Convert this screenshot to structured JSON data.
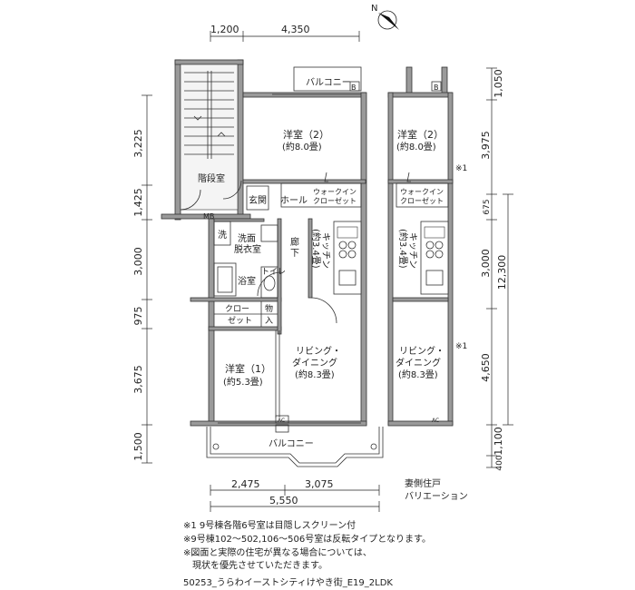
{
  "dims_top": [
    "1,200",
    "4,350"
  ],
  "dims_bottom": [
    "2,475",
    "3,075",
    "5,550"
  ],
  "dims_left": [
    "3,225",
    "1,425",
    "3,000",
    "975",
    "3,675",
    "1,500"
  ],
  "dims_right": [
    "1,050",
    "3,975",
    "675",
    "3,000",
    "12,300",
    "4,650",
    "1,100",
    "400"
  ],
  "rooms": {
    "balcony_top": "バルコニー",
    "b_mark": "B",
    "western2": "洋室（2）",
    "western2_size": "(約8.0畳)",
    "stair": "階段室",
    "mb": "MB",
    "entrance": "玄関",
    "hall": "ホール",
    "walkin1": "ウォークイン",
    "walkin2": "クローゼット",
    "wash": "洗",
    "wash_room1": "洗面",
    "wash_room2": "脱衣室",
    "corridor1": "廊",
    "corridor2": "下",
    "kitchen": "キッチン",
    "kitchen_size": "(約3.4畳)",
    "bath": "浴室",
    "toilet": "トイレ",
    "closet1": "クロー",
    "closet2": "ゼット",
    "storage1": "物",
    "storage2": "入",
    "western1": "洋室（1）",
    "western1_size": "(約5.3畳)",
    "living1": "リビング・",
    "living2": "ダイニング",
    "living_size": "(約8.3畳)",
    "ac": "AC",
    "balcony_bottom": "バルコニー",
    "note_mark": "※1"
  },
  "variation": [
    "妻側住戸",
    "バリエーション"
  ],
  "notes": [
    "※1 9号棟各階6号室は目隠しスクリーン付",
    "※9号棟102～502,106～506号室は反転タイプとなります。",
    "※図面と実際の住宅が異なる場合については、",
    "　現状を優先させていただきます。"
  ],
  "footer": "50253_うらわイーストシティけやき街_E19_2LDK"
}
